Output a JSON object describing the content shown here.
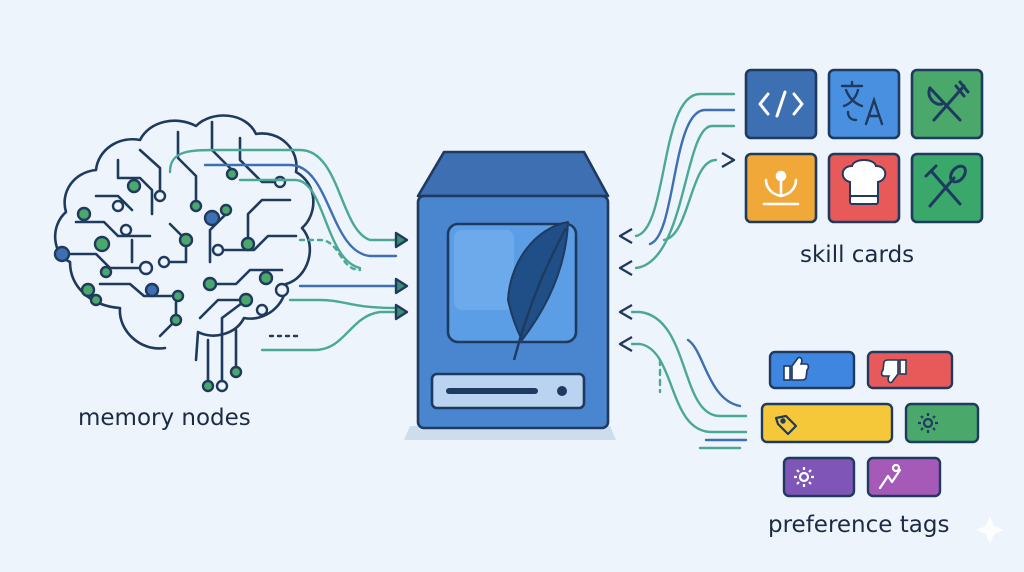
{
  "labels": {
    "memory": "memory nodes",
    "skills": "skill cards",
    "preferences": "preference tags"
  },
  "icons": {
    "central": "sqlite-feather-database-icon",
    "memory": "brain-circuit-icon",
    "skills": [
      "code-icon",
      "translate-icon",
      "fork-knife-icon",
      "plant-icon",
      "chef-hat-icon",
      "fork-spoon-icon"
    ],
    "preferences": [
      "thumbs-up-icon",
      "thumbs-down-icon",
      "tag-icon",
      "gear-icon",
      "gear-icon",
      "chart-icon"
    ]
  },
  "colors": {
    "background": "#eef4fb",
    "outline": "#1f3a5f",
    "database": "#4a86cf",
    "database_screen": "#5c9ee6",
    "teal": "#4aa894",
    "blue": "#3e6fb3",
    "skill_cards": [
      "#3d6fb3",
      "#4a90e0",
      "#4aa86b",
      "#f0a838",
      "#e85a5a",
      "#3aa86b"
    ],
    "preference_tags": [
      "#3e86e0",
      "#e85a5a",
      "#f5c83a",
      "#4aa86b",
      "#7f55b8",
      "#a55ab8"
    ]
  }
}
